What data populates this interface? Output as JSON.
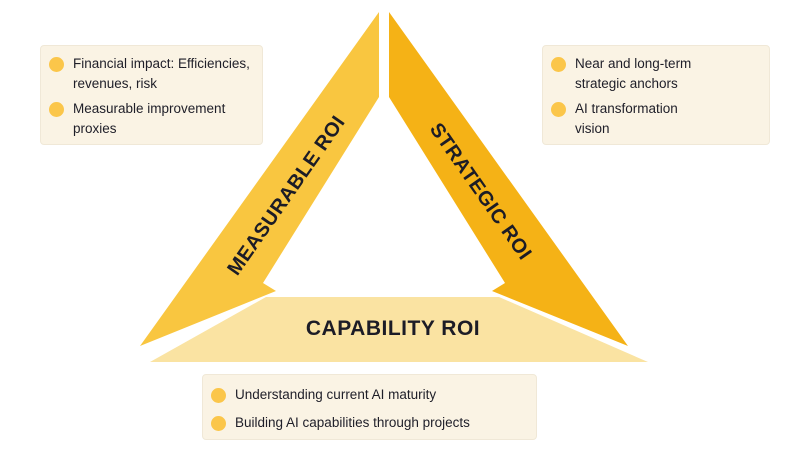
{
  "colors": {
    "background": "#FFFFFF",
    "left_band": "#F9C640",
    "right_band": "#F5B216",
    "bottom_band": "#FAE3A2",
    "box_background": "#FAF3E4",
    "box_border": "#F0E8D7",
    "bullet": "#FBC64A",
    "text_dark": "#1E1E28"
  },
  "triangle": {
    "left_label": "MEASURABLE ROI",
    "right_label": "STRATEGIC ROI",
    "bottom_label": "CAPABILITY ROI"
  },
  "boxes": {
    "top_left": {
      "items": [
        {
          "lines": [
            "Financial impact: Efficiencies,",
            "revenues, risk"
          ]
        },
        {
          "lines": [
            "Measurable improvement",
            "proxies"
          ]
        }
      ]
    },
    "top_right": {
      "items": [
        {
          "lines": [
            "Near and long-term",
            "strategic anchors"
          ]
        },
        {
          "lines": [
            "AI transformation",
            "vision"
          ]
        }
      ]
    },
    "bottom": {
      "items": [
        {
          "lines": [
            "Understanding current AI maturity"
          ]
        },
        {
          "lines": [
            "Building AI capabilities through projects"
          ]
        }
      ]
    }
  }
}
